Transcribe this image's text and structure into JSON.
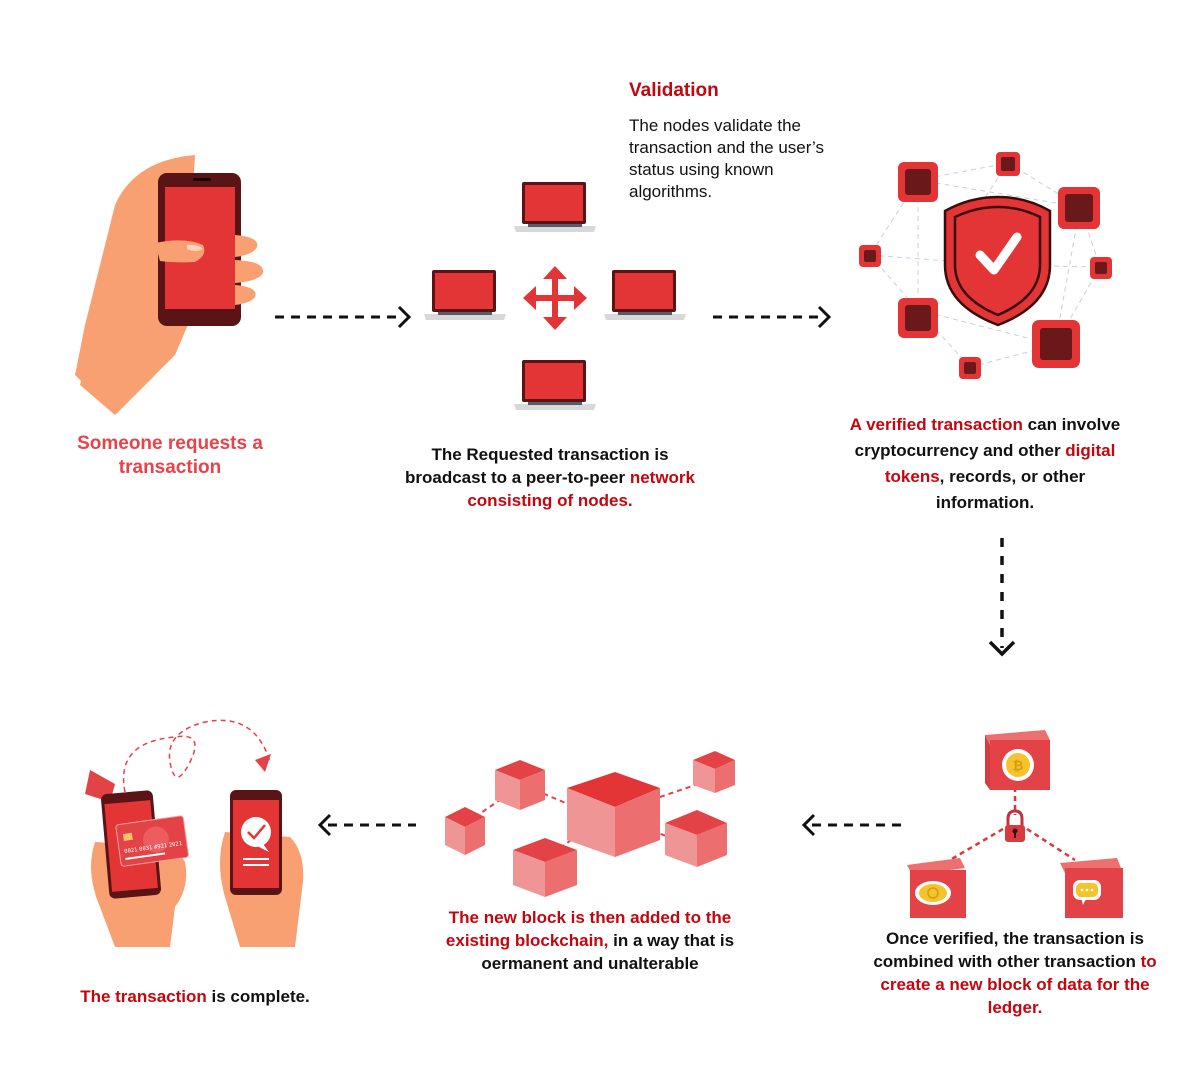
{
  "colors": {
    "accent": "#e33535",
    "accent_dark": "#c4060f",
    "deep": "#5a1416",
    "skin": "#f9a072",
    "cube_light": "#f09595",
    "cube_mid": "#ec6e6e",
    "cube_top": "#e34246",
    "coin": "#f5c32c",
    "dash": "#111111"
  },
  "steps": {
    "request": {
      "icon": "hand-holding-phone",
      "caption": "Someone requests a transaction"
    },
    "broadcast": {
      "icon": "peer-network-laptops",
      "caption_part1": "The Requested transaction is broadcast to a peer-to-peer ",
      "caption_highlight": "network consisting of nodes."
    },
    "validation": {
      "title": "Validation",
      "body": "The nodes validate the transaction and the user’s status using known algorithms."
    },
    "verified": {
      "icon": "shield-check-network",
      "highlight1": "A verified transaction",
      "text1": " can involve cryptocurrency and other ",
      "highlight2": "digital tokens",
      "text2": ", records, or other information."
    },
    "new_block": {
      "icon": "crypto-blocks-lock",
      "text1": "Once verified, the transaction is combined with other transaction ",
      "highlight": "to create a new block of data for the ledger."
    },
    "chain": {
      "icon": "blockchain-cubes",
      "highlight": "The new block is then added to the existing blockchain,",
      "text": " in a way that is oermanent and unalterable"
    },
    "complete": {
      "icon": "phone-payment-exchange",
      "highlight": "The transaction",
      "text": " is complete."
    }
  },
  "card": {
    "number_groups": [
      "0021",
      "0031",
      "#921",
      "2021"
    ]
  }
}
